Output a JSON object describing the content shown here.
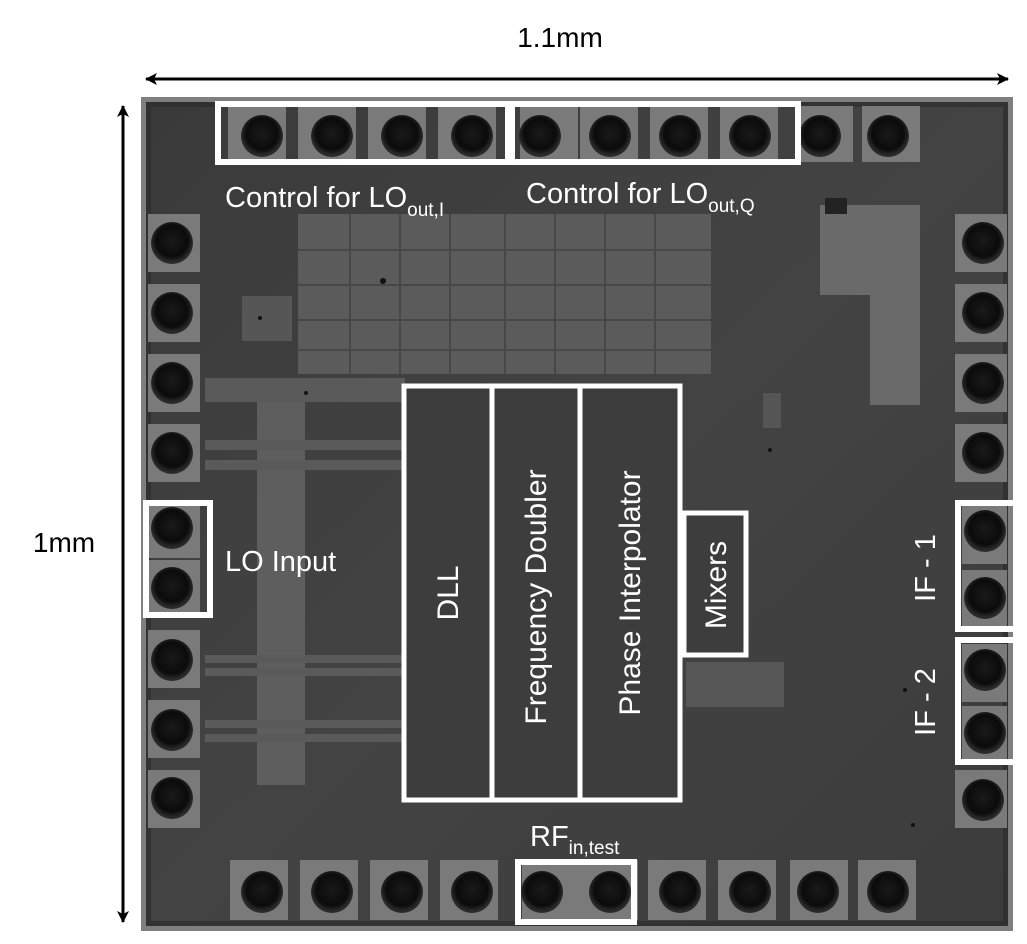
{
  "dimensions": {
    "width_label": "1.1mm",
    "height_label": "1mm"
  },
  "labels": {
    "control_i_main": "Control for LO",
    "control_i_sub": "out,I",
    "control_q_main": "Control for LO",
    "control_q_sub": "out,Q",
    "lo_input": "LO Input",
    "rf_main": "RF",
    "rf_sub": "in,test",
    "if1": "IF - 1",
    "if2": "IF - 2"
  },
  "blocks": {
    "dll": "DLL",
    "frequency_doubler": "Frequency Doubler",
    "phase_interpolator": "Phase Interpolator",
    "mixers": "Mixers"
  }
}
